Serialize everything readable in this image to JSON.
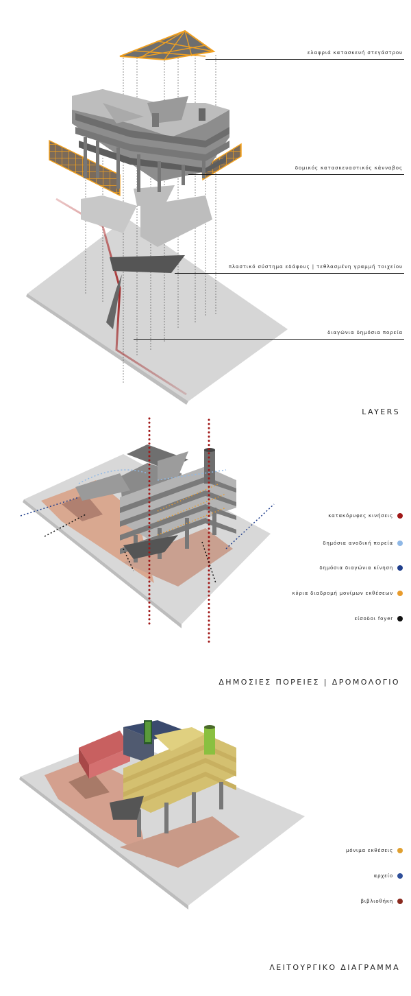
{
  "layers": {
    "labels": [
      "ελαφριά κατασκευή στεγάστρου",
      "δομικός κατασκευαστικός κάνναβος",
      "πλαστικό σύστημα εδάφους | τεθλασμένη γραμμή τοιχείου",
      "διαγώνια δημόσια πορεία"
    ],
    "title": "LAYERS"
  },
  "routes": {
    "legend": [
      {
        "label": "κατακόρυφες κινήσεις",
        "color": "#a01818"
      },
      {
        "label": "δημόσια ανοδική πορεία",
        "color": "#8fb8e6"
      },
      {
        "label": "δημόσια διαγώνια κίνηση",
        "color": "#1f3e8c"
      },
      {
        "label": "κύρια διαδρομή μονίμων εκθέσεων",
        "color": "#e89b2c"
      },
      {
        "label": "είσοδοι foyer",
        "color": "#111111"
      }
    ],
    "title": "ΔΗΜΟΣΙΕΣ ΠΟΡΕΙΕΣ | ΔΡΟΜΟΛΟΓΙΟ"
  },
  "functional": {
    "legend": [
      {
        "label": "μόνιμα εκθέσεις",
        "color": "#e0a030"
      },
      {
        "label": "αρχείο",
        "color": "#2f4f9a"
      },
      {
        "label": "βιβλιοθήκη",
        "color": "#8a2a1f"
      }
    ],
    "title": "ΛΕΙΤΟΥΡΓΙΚΟ ΔΙΑΓΡΑΜΜΑ"
  }
}
